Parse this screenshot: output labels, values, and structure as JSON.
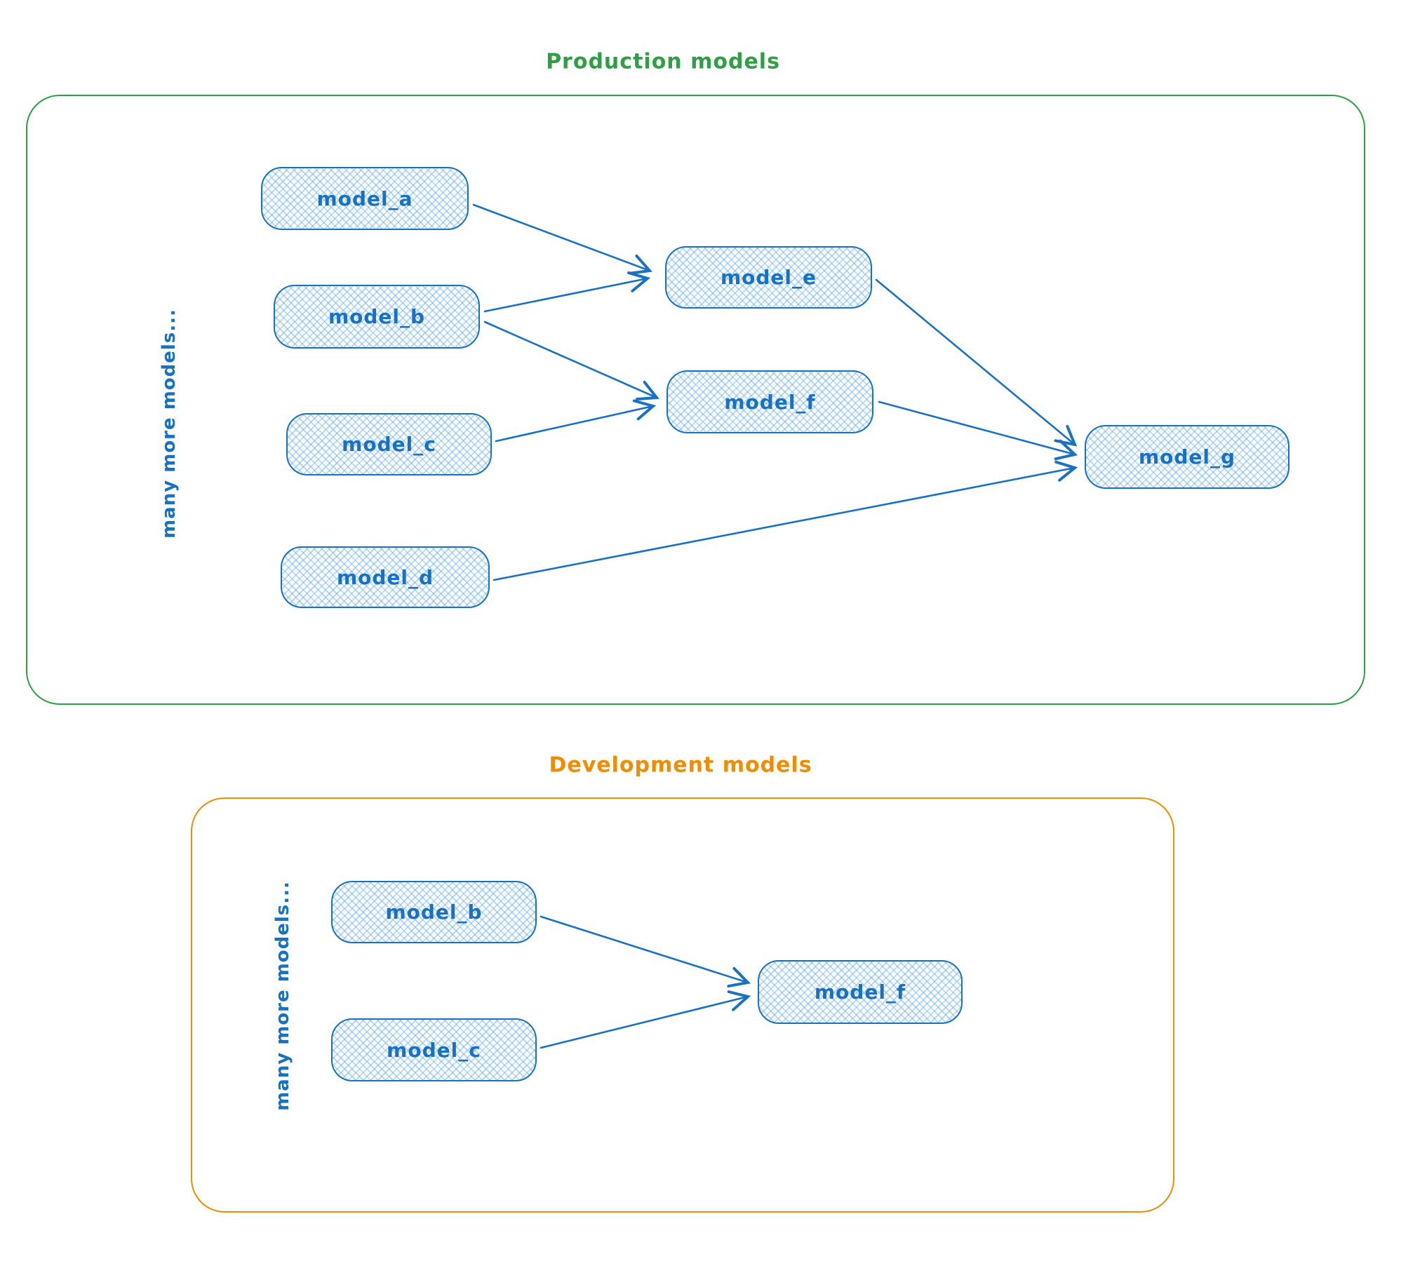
{
  "palette": {
    "node_stroke": "#1971c2",
    "node_fill_hatch": "#aecfee",
    "production_accent": "#2f9e44",
    "development_accent": "#f08c00"
  },
  "production": {
    "title": "Production models",
    "vertical_label": "many more models...",
    "nodes": [
      {
        "id": "model_a",
        "label": "model_a"
      },
      {
        "id": "model_b",
        "label": "model_b"
      },
      {
        "id": "model_c",
        "label": "model_c"
      },
      {
        "id": "model_d",
        "label": "model_d"
      },
      {
        "id": "model_e",
        "label": "model_e"
      },
      {
        "id": "model_f",
        "label": "model_f"
      },
      {
        "id": "model_g",
        "label": "model_g"
      }
    ],
    "edges": [
      {
        "from": "model_a",
        "to": "model_e"
      },
      {
        "from": "model_b",
        "to": "model_e"
      },
      {
        "from": "model_b",
        "to": "model_f"
      },
      {
        "from": "model_c",
        "to": "model_f"
      },
      {
        "from": "model_e",
        "to": "model_g"
      },
      {
        "from": "model_f",
        "to": "model_g"
      },
      {
        "from": "model_d",
        "to": "model_g"
      }
    ]
  },
  "development": {
    "title": "Development models",
    "vertical_label": "many more models...",
    "nodes": [
      {
        "id": "model_b",
        "label": "model_b"
      },
      {
        "id": "model_c",
        "label": "model_c"
      },
      {
        "id": "model_f",
        "label": "model_f"
      }
    ],
    "edges": [
      {
        "from": "model_b",
        "to": "model_f"
      },
      {
        "from": "model_c",
        "to": "model_f"
      }
    ]
  }
}
